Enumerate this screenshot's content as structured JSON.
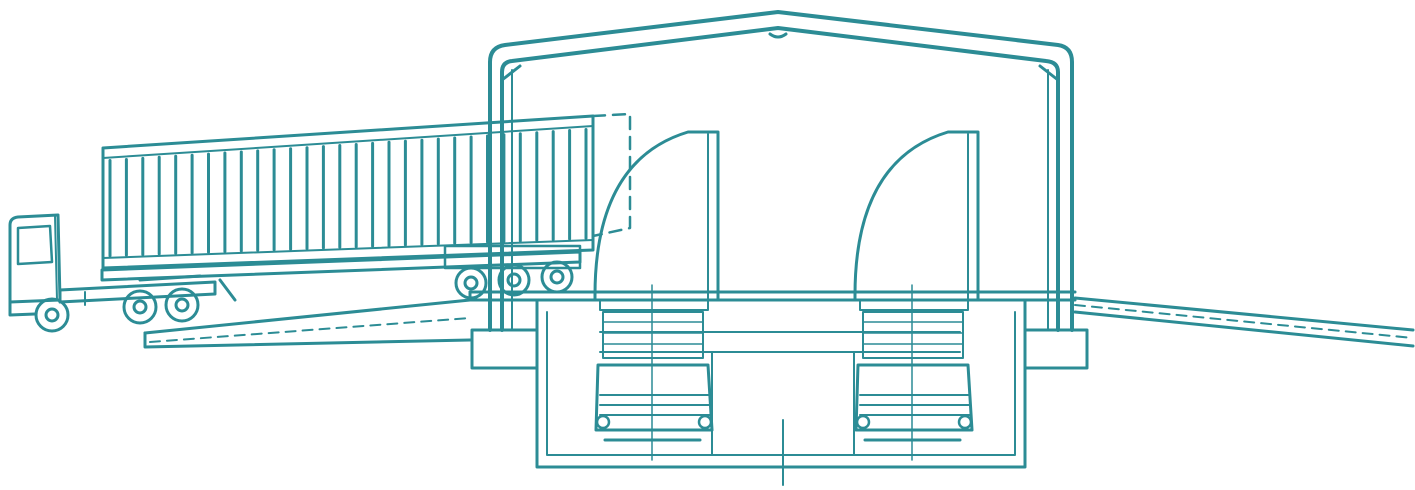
{
  "diagram": {
    "subject": "",
    "line_color": "#2c8c95",
    "background": "#ffffff",
    "components": [
      "truck-cab",
      "container-trailer",
      "warehouse-frame",
      "pit",
      "left-hopper",
      "right-hopper",
      "left-ramp",
      "right-ramp"
    ],
    "container_rib_count": 30
  }
}
